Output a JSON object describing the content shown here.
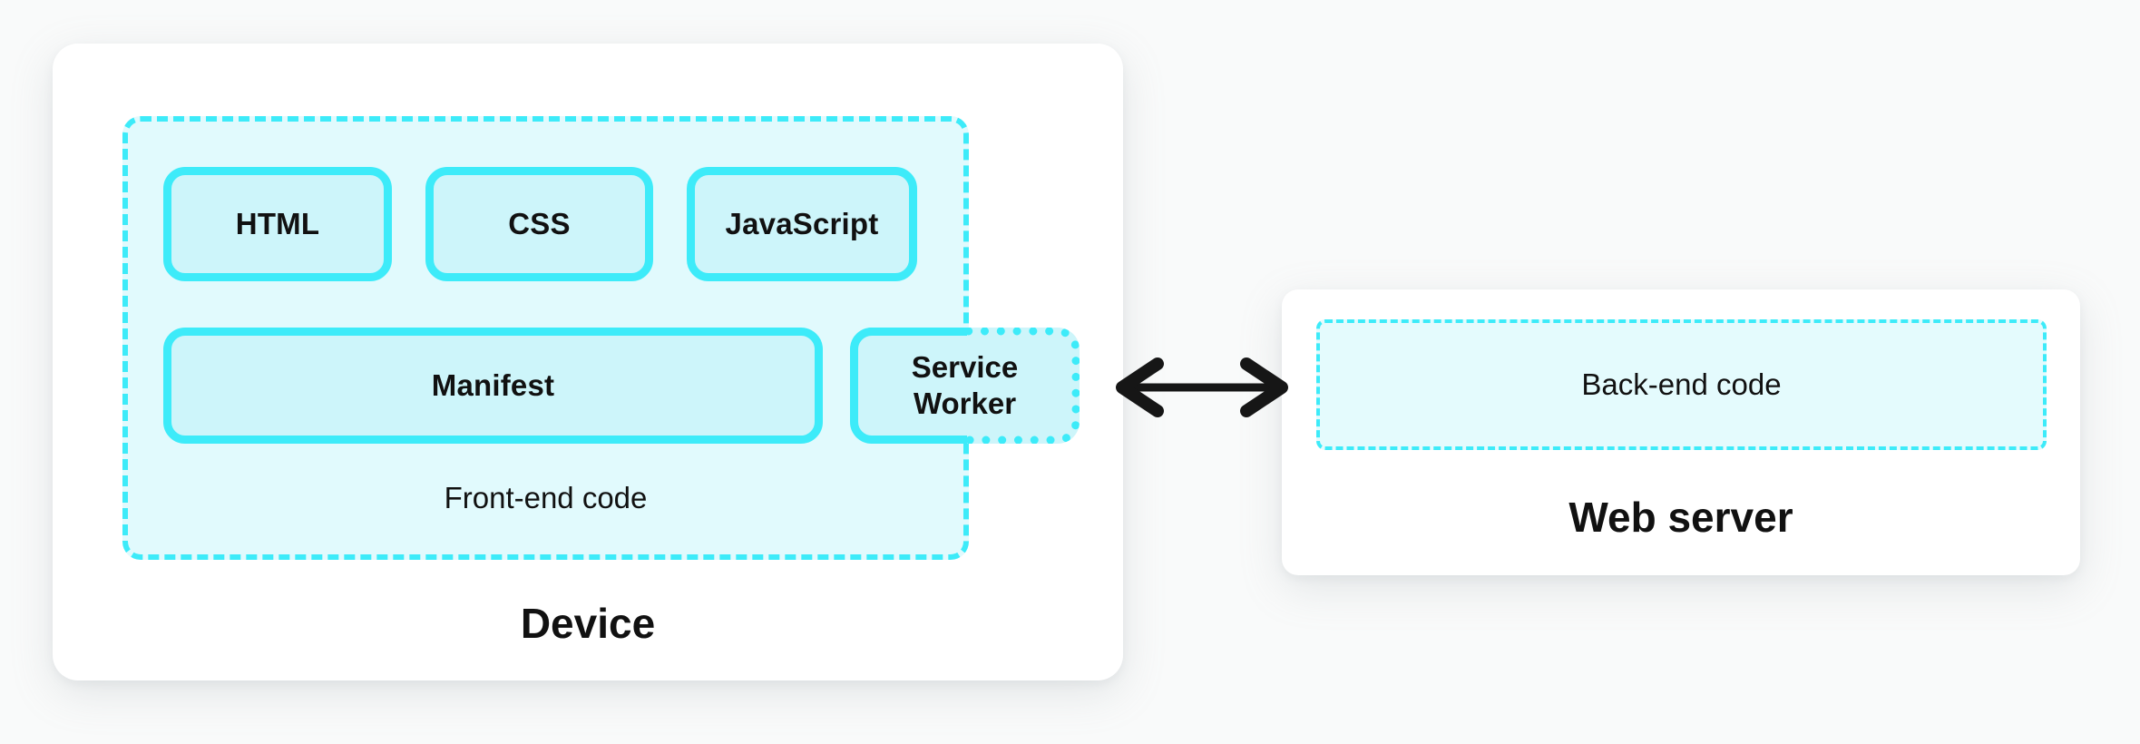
{
  "colors": {
    "accent": "#3DEBF9",
    "fill_light": "#E1FAFD",
    "fill_box": "#CDF5FA",
    "fill_backend": "#E4FBFD",
    "arrow": "#161616",
    "panel": "#FFFFFF",
    "background": "#F9FAFA",
    "text": "#111111"
  },
  "device": {
    "label": "Device",
    "frontend": {
      "label": "Front-end code",
      "components": [
        "HTML",
        "CSS",
        "JavaScript"
      ],
      "manifest_label": "Manifest",
      "service_worker_label": "Service Worker"
    }
  },
  "connection": {
    "icon": "double-headed-arrow"
  },
  "server": {
    "label": "Web server",
    "backend_label": "Back-end code"
  }
}
